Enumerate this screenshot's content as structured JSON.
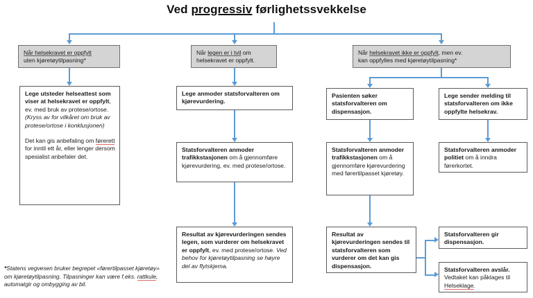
{
  "title": {
    "pre": "Ved ",
    "underlined": "progressiv",
    "post": " førlighetssvekkelse"
  },
  "colors": {
    "connector": "#5b9bd5",
    "header_fill": "#d4d4d4",
    "box_border": "#5a5a5a",
    "spellcheck_underline": "#e06666"
  },
  "headers": [
    {
      "id": "header-oppfylt",
      "line1_ul": "Når helsekravet er oppfylt",
      "line2": "uten kjøretøytilpasning*"
    },
    {
      "id": "header-tvil",
      "line1_pre": "Når ",
      "line1_ul": "legen er i tvil",
      "line1_post": " om",
      "line2": "helsekravet er oppfylt."
    },
    {
      "id": "header-ikke-oppfylt",
      "line1_pre": "Når ",
      "line1_ul": "helsekravet ikke er oppfylt",
      "line1_post": ", men ev.",
      "line2": "kan oppfylles med kjøretøytilpasning*"
    }
  ],
  "col1": {
    "box1": {
      "bold1": "Lege utsteder helseattest som viser at helsekravet er oppfylt",
      "plain1": ", ev. med bruk av protese/ortose.",
      "italic1": "(Kryss av for vilkåret om bruk av protese/ortose i konklusjonen)",
      "plain2_pre": "Det kan gis anbefaling om ",
      "plain2_ul": "førerett",
      "plain2_post": " for inntil ett år, eller lenger dersom spesialist anbefaler det."
    }
  },
  "col2": {
    "box1": {
      "text": "Lege anmoder statsforvalteren om kjørevurdering."
    },
    "box2": {
      "bold1": "Statsforvalteren anmoder trafikkstasjonen",
      "plain1": " om å gjennomføre kjørevurdering, ev. med protese/ortose."
    },
    "box3": {
      "bold1": "Resultat av kjørevurderingen sendes legen, som vurderer om helsekravet er oppfylt",
      "plain1": ", ev. med protese/ortose. ",
      "italic1": "Ved behov for kjøretøytilpasning se høyre del av flytskjema."
    }
  },
  "col3": {
    "box1": {
      "text": "Pasienten søker statsforvalteren om dispensasjon."
    },
    "box2": {
      "bold1": "Statsforvalteren anmoder trafikkstasjonen",
      "plain1": " om å gjennomføre kjørevurdering med førertilpasset kjøretøy."
    },
    "box3": {
      "text": "Resultat av kjørevurderingen sendes til statsforvalteren som vurderer om det kan gis dispensasjon."
    }
  },
  "col4": {
    "box1": {
      "text": "Lege sender melding til statsforvalteren om ikke oppfylte helsekrav."
    },
    "box2": {
      "bold1": "Statsforvalteren anmoder politiet",
      "plain1": " om å inndra førerkortet."
    }
  },
  "outcomes": {
    "granted": {
      "text": "Statsforvalteren gir dispensasjon."
    },
    "denied": {
      "bold1": "Statsforvalteren avslår.",
      "plain1": "Vedtaket kan påklages til ",
      "plain1_ul": "Helseklage",
      "plain1_post": "."
    }
  },
  "footnote": {
    "star": "*",
    "text": "Statens vegvesen bruker begrepet «førertilpasset kjøretøy» om kjøretøytilpasning. Tilpasninger kan være f.eks. ",
    "ul": "rattkule",
    "post": ", automatgir og ombygging av bil."
  }
}
